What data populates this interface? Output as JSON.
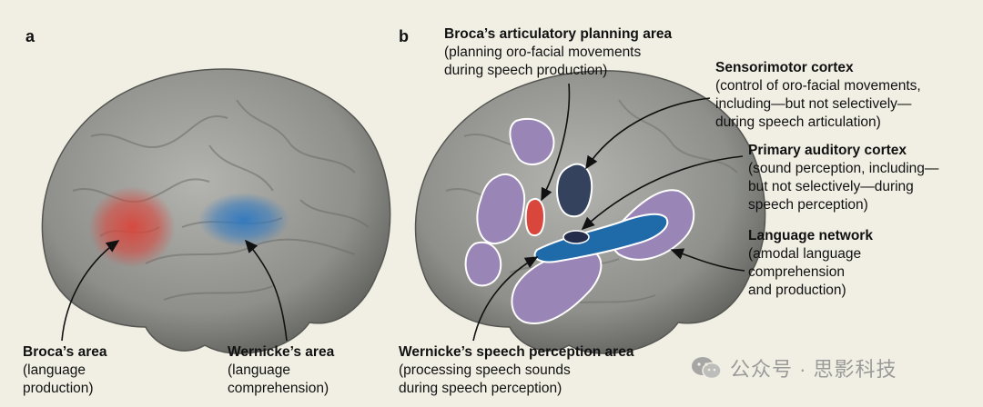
{
  "panel_a": {
    "letter": "a"
  },
  "panel_b": {
    "letter": "b"
  },
  "labels": {
    "brocas_area": {
      "title": "Broca’s area",
      "desc": "(language\nproduction)"
    },
    "wernickes_area": {
      "title": "Wernicke’s area",
      "desc": "(language\ncomprehension)"
    },
    "broca_planning": {
      "title": "Broca’s articulatory planning area",
      "desc": "(planning oro-facial movements\nduring speech production)"
    },
    "sensorimotor": {
      "title": "Sensorimotor cortex",
      "desc": "(control of oro-facial movements,\nincluding—but not selectively—\nduring speech articulation)"
    },
    "auditory": {
      "title": "Primary auditory cortex",
      "desc": "(sound perception, including—\nbut not selectively—during\nspeech perception)"
    },
    "language_network": {
      "title": "Language network",
      "desc": "(amodal language\ncomprehension\nand production)"
    },
    "wernicke_perception": {
      "title": "Wernicke’s speech perception area",
      "desc": "(processing speech sounds\nduring speech perception)"
    }
  },
  "colors": {
    "background": "#f1efe4",
    "brain": "#8f908c",
    "broca_red": "#d8463c",
    "wernicke_blue": "#2f78c0",
    "language_purple": "#9a86b6",
    "sensorimotor_navy": "#34425e",
    "auditory_dark": "#232c4a"
  },
  "watermark": {
    "text": "公众号 · 思影科技",
    "icon": "wechat-icon"
  }
}
